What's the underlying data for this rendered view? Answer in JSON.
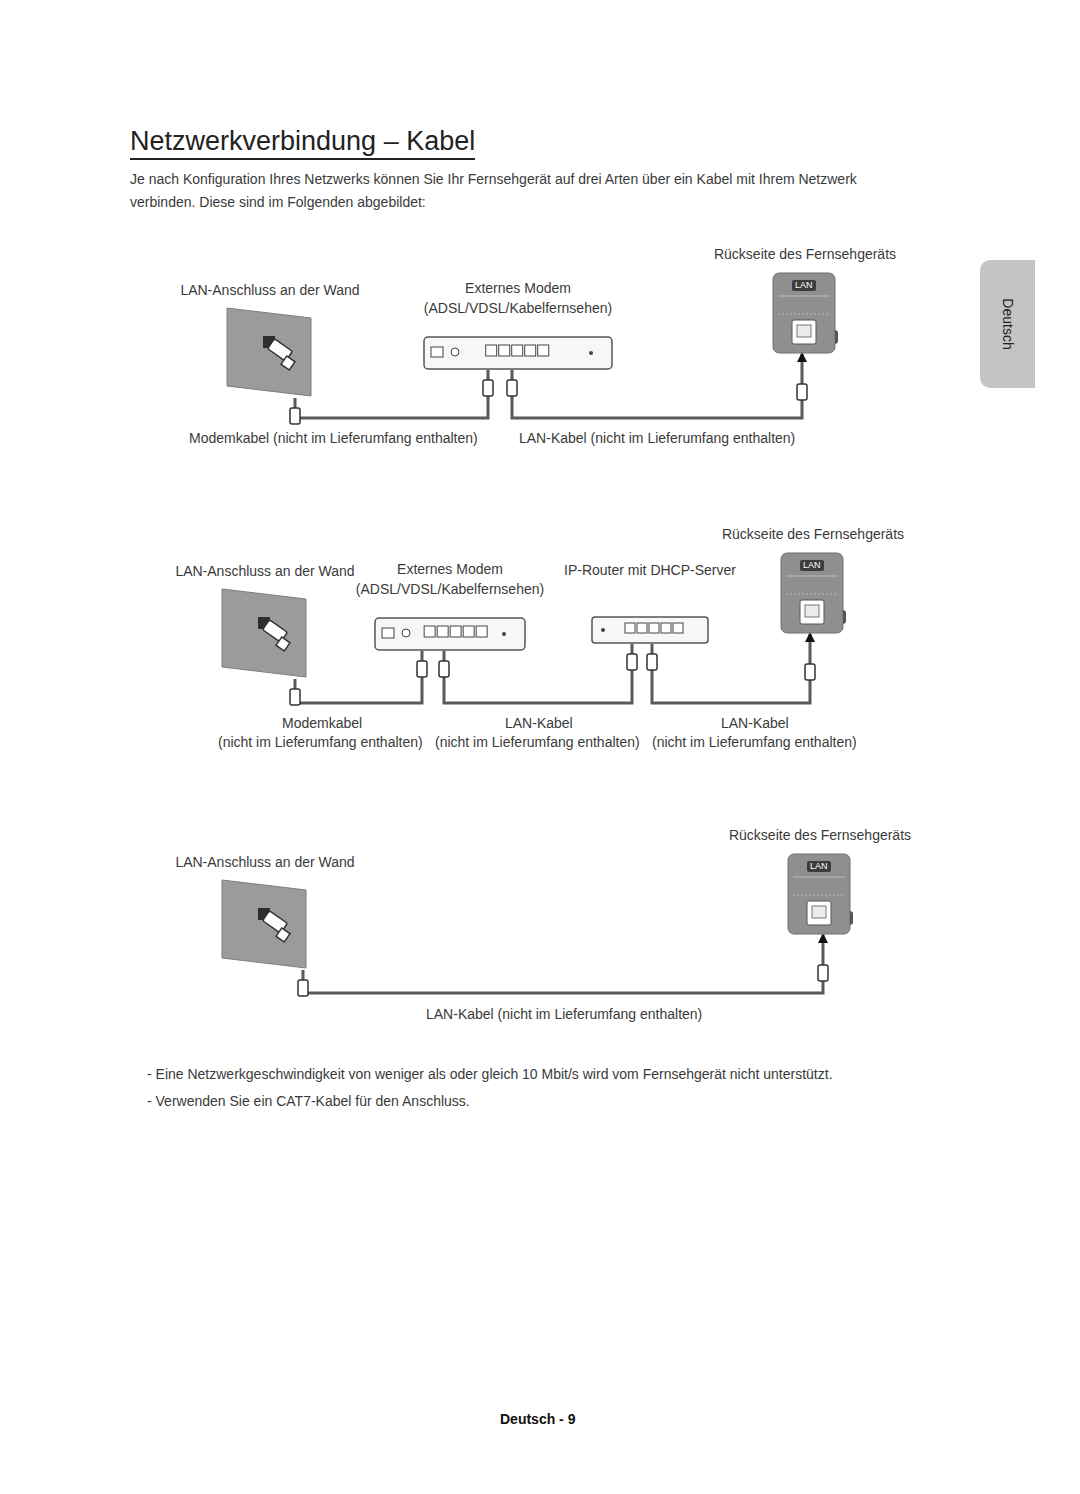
{
  "diagram": {
    "title": "Netzwerkverbindung – Kabel",
    "nodes": [
      {
        "text": [
          "LAN-Anschluss an der Wand"
        ]
      },
      {
        "text": [
          "Externes Modem (ADSL/VDSL/Kabelfernsehen)"
        ]
      },
      {
        "text": [
          "Rückseite des Fernsehgeräts",
          "LAN"
        ]
      },
      {
        "text": [
          "LAN-Anschluss an der Wand"
        ]
      },
      {
        "text": [
          "Externes Modem (ADSL/VDSL/Kabelfernsehen)"
        ]
      },
      {
        "text": [
          "IP-Router mit DHCP-Server"
        ]
      },
      {
        "text": [
          "Rückseite des Fernsehgeräts",
          "LAN"
        ]
      },
      {
        "text": [
          "LAN-Anschluss an der Wand"
        ]
      },
      {
        "text": [
          "Rückseite des Fernsehgeräts",
          "LAN"
        ]
      },
      {
        "text": [
          "Deutsch"
        ]
      }
    ],
    "edges": [
      {
        "from": 0,
        "to": 1,
        "arrow": "none"
      },
      {
        "from": 1,
        "to": 2,
        "arrow": "to"
      },
      {
        "from": 3,
        "to": 4,
        "arrow": "none"
      },
      {
        "from": 4,
        "to": 5,
        "arrow": "none"
      },
      {
        "from": 5,
        "to": 6,
        "arrow": "to"
      },
      {
        "from": 7,
        "to": 8,
        "arrow": "to"
      }
    ],
    "labels": [
      "Je nach Konfiguration Ihres Netzwerks können Sie Ihr Fernsehgerät auf drei Arten über ein Kabel mit Ihrem Netzwerk verbinden. Diese sind im Folgenden abgebildet:",
      "Modemkabel (nicht im Lieferumfang enthalten)",
      "LAN-Kabel (nicht im Lieferumfang enthalten)",
      "Modemkabel",
      "(nicht im Lieferumfang enthalten)",
      "LAN-Kabel",
      "(nicht im Lieferumfang enthalten)",
      "LAN-Kabel",
      "(nicht im Lieferumfang enthalten)",
      "LAN-Kabel (nicht im Lieferumfang enthalten)",
      "-   Eine Netzwerkgeschwindigkeit von weniger als oder gleich 10 Mbit/s wird vom Fernsehgerät nicht unterstützt.",
      "-   Verwenden Sie ein CAT7-Kabel für den Anschluss.",
      "Deutsch - 9"
    ]
  }
}
